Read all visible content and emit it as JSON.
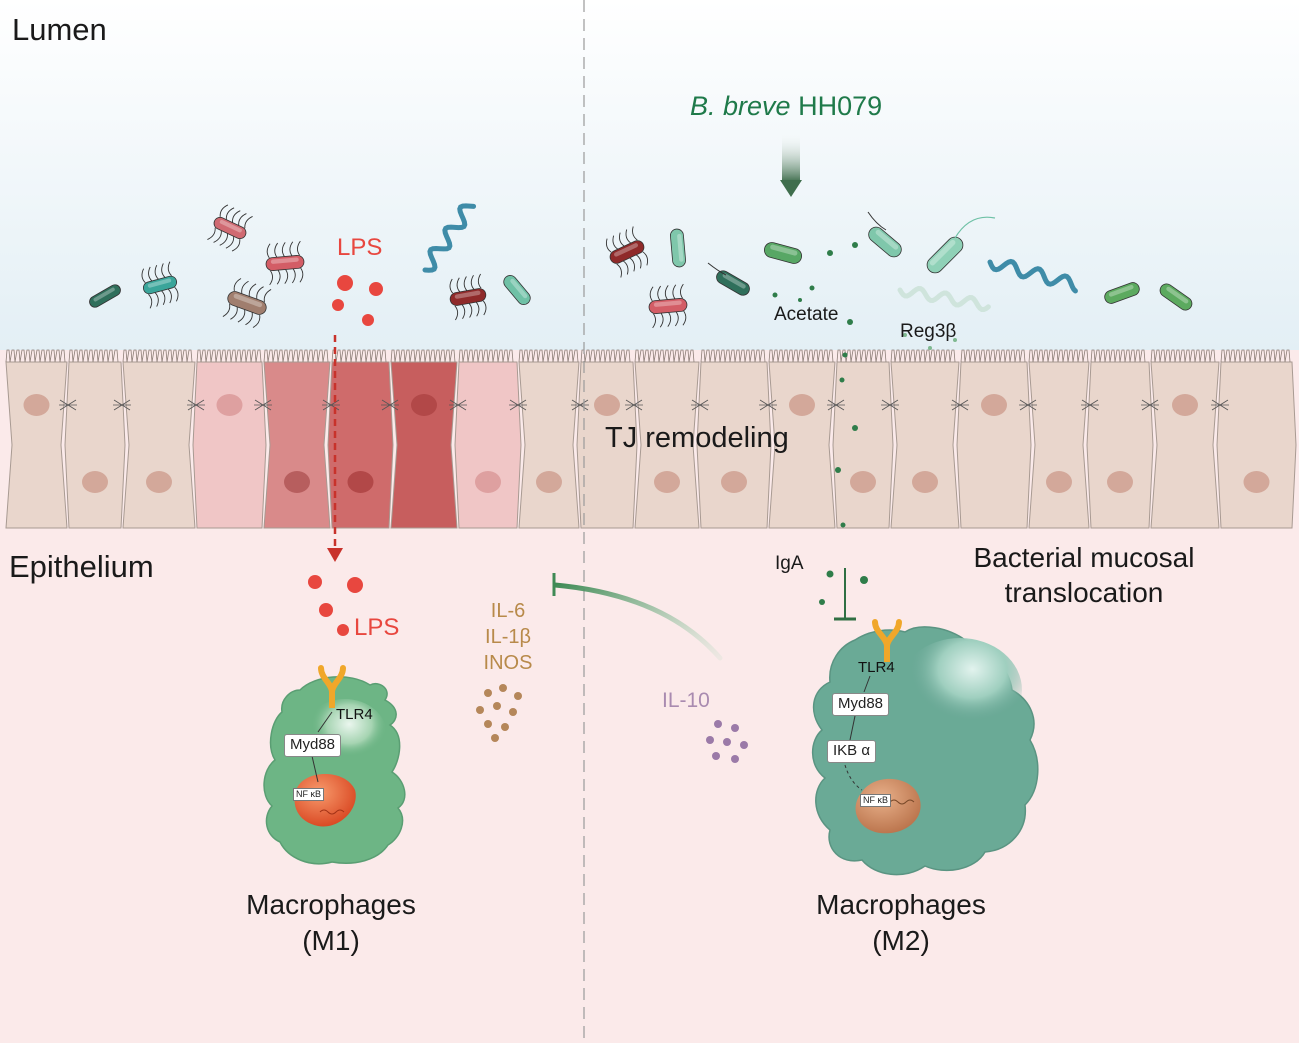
{
  "regions": {
    "lumen": "Lumen",
    "epithelium": "Epithelium"
  },
  "treatment": {
    "species": "B. breve",
    "strain": "HH079"
  },
  "left": {
    "lps_top": "LPS",
    "lps_bottom": "LPS",
    "receptor": "TLR4",
    "adaptor": "Myd88",
    "nfkb": "NF κB",
    "cytokines": [
      "IL-6",
      "IL-1β",
      "INOS"
    ],
    "cell_label": "Macrophages",
    "cell_type": "(M1)"
  },
  "right": {
    "acetate": "Acetate",
    "reg3b": "Reg3β",
    "tj": "TJ remodeling",
    "iga": "IgA",
    "translocation": [
      "Bacterial mucosal",
      "translocation"
    ],
    "il10": "IL-10",
    "receptor": "TLR4",
    "adaptor": "Myd88",
    "ikb": "IKB α",
    "nfkb": "NF κB",
    "cell_label": "Macrophages",
    "cell_type": "(M2)"
  },
  "colors": {
    "lps": "#e8473f",
    "treatment": "#1f7a4a",
    "cytokine": "#b88a4a",
    "il10": "#a98bb0",
    "lumen_bg": "#eaf3f7",
    "tissue_bg": "#fbeaea",
    "macrophage": "#6db585"
  }
}
